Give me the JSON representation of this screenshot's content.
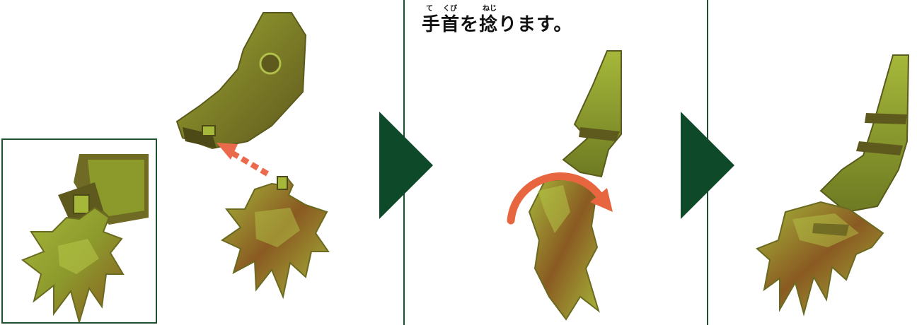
{
  "instruction": {
    "text": "手首を捻ります。",
    "furigana": [
      {
        "reading": "て",
        "base": "手"
      },
      {
        "reading": "くび",
        "base": "首"
      },
      {
        "reading": "ねじ",
        "base": "捻"
      }
    ]
  },
  "colors": {
    "frame": "#1e4f2e",
    "arrow_step": "#0e4a2a",
    "dashed_arrow": "#ec6a4c",
    "rotate_arrow": "#e8663f",
    "part_light": "#a6b83a",
    "part_mid": "#8c9a2c",
    "part_dark": "#5e5a1e",
    "part_rust": "#8a5a22"
  },
  "icons": {
    "step_arrow_1": "triangle-right-icon",
    "step_arrow_2": "triangle-right-icon",
    "insert_arrow": "dashed-arrow-icon",
    "rotate_arrow": "curved-rotate-arrow-icon"
  }
}
